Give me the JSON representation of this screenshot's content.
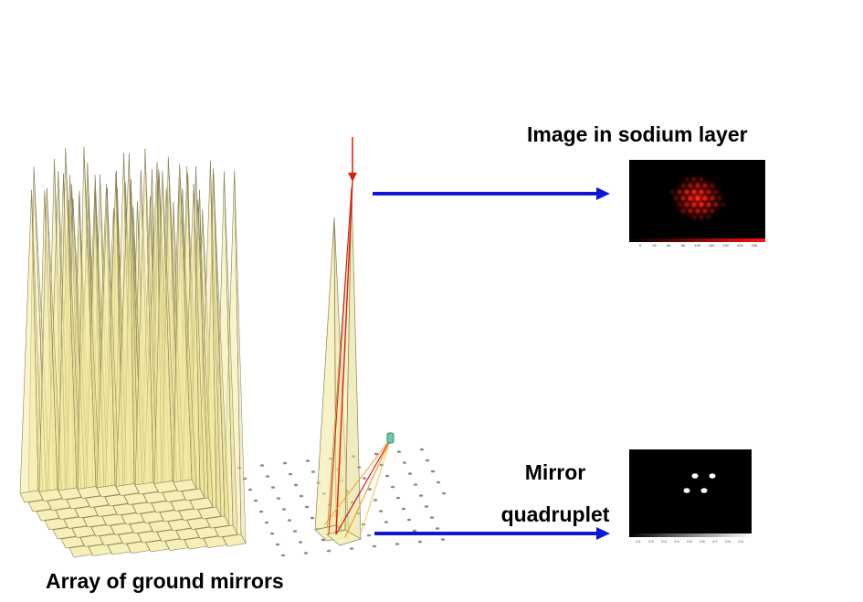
{
  "labels": {
    "sodium_image": "Image in sodium layer",
    "mirror_line1": "Mirror",
    "mirror_line2": "quadruplet",
    "array": "Array of ground mirrors"
  },
  "colors": {
    "mirror_fill": "#f4eba2",
    "mirror_edge": "#8a8258",
    "arrow_blue": "#1016d8",
    "beam_red": "#e11a0c",
    "beam_orange": "#f0a020",
    "spot_red": "#ff2a10",
    "guide_star": "#70c8a8"
  },
  "sodium_colorbar": {
    "ticks": [
      "0",
      "32",
      "64",
      "96",
      "128",
      "160",
      "192",
      "224",
      "255"
    ]
  },
  "quad_colorbar": {
    "ticks": [
      "0.1",
      "0.2",
      "0.3",
      "0.4",
      "0.5",
      "0.6",
      "0.7",
      "0.8",
      "0.9"
    ]
  }
}
